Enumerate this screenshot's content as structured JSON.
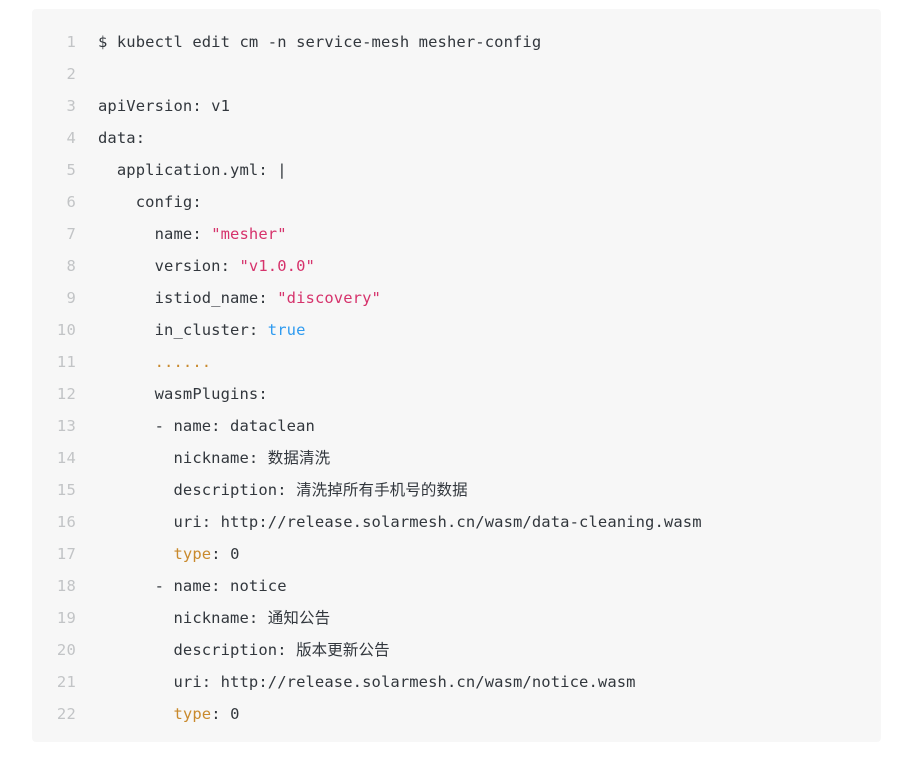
{
  "colors": {
    "page_background": "#ffffff",
    "code_background": "#f7f7f7",
    "text": "#32373d",
    "line_number": "#c2c4c6",
    "string": "#d6336c",
    "boolean": "#2f9bf0",
    "highlight_key": "#c98a2e"
  },
  "code_block": {
    "language": "yaml",
    "first_line_number": 1,
    "last_line_number": 22,
    "total_lines": 22,
    "lines": [
      {
        "number": "1",
        "text": "$ kubectl edit cm -n service-mesh mesher-config",
        "tokens": [
          {
            "t": "$ kubectl edit cm -n service-mesh mesher-config",
            "c": "tok-plain"
          }
        ]
      },
      {
        "number": "2",
        "text": "",
        "tokens": []
      },
      {
        "number": "3",
        "text": "apiVersion: v1",
        "tokens": [
          {
            "t": "apiVersion: v1",
            "c": "tok-plain"
          }
        ]
      },
      {
        "number": "4",
        "text": "data:",
        "tokens": [
          {
            "t": "data:",
            "c": "tok-plain"
          }
        ]
      },
      {
        "number": "5",
        "text": "  application.yml: |",
        "tokens": [
          {
            "t": "  application.yml: |",
            "c": "tok-plain"
          }
        ]
      },
      {
        "number": "6",
        "text": "    config:",
        "tokens": [
          {
            "t": "    config:",
            "c": "tok-plain"
          }
        ]
      },
      {
        "number": "7",
        "text": "      name: \"mesher\"",
        "tokens": [
          {
            "t": "      name: ",
            "c": "tok-plain"
          },
          {
            "t": "\"mesher\"",
            "c": "tok-str"
          }
        ]
      },
      {
        "number": "8",
        "text": "      version: \"v1.0.0\"",
        "tokens": [
          {
            "t": "      version: ",
            "c": "tok-plain"
          },
          {
            "t": "\"v1.0.0\"",
            "c": "tok-str"
          }
        ]
      },
      {
        "number": "9",
        "text": "      istiod_name: \"discovery\"",
        "tokens": [
          {
            "t": "      istiod_name: ",
            "c": "tok-plain"
          },
          {
            "t": "\"discovery\"",
            "c": "tok-str"
          }
        ]
      },
      {
        "number": "10",
        "text": "      in_cluster: true",
        "tokens": [
          {
            "t": "      in_cluster: ",
            "c": "tok-plain"
          },
          {
            "t": "true",
            "c": "tok-bool"
          }
        ]
      },
      {
        "number": "11",
        "text": "      ......",
        "tokens": [
          {
            "t": "      ",
            "c": "tok-plain"
          },
          {
            "t": "......",
            "c": "tok-dots"
          }
        ]
      },
      {
        "number": "12",
        "text": "      wasmPlugins:",
        "tokens": [
          {
            "t": "      wasmPlugins:",
            "c": "tok-plain"
          }
        ]
      },
      {
        "number": "13",
        "text": "      - name: dataclean",
        "tokens": [
          {
            "t": "      - name: dataclean",
            "c": "tok-plain"
          }
        ]
      },
      {
        "number": "14",
        "text": "        nickname: 数据清洗",
        "tokens": [
          {
            "t": "        nickname: 数据清洗",
            "c": "tok-plain"
          }
        ]
      },
      {
        "number": "15",
        "text": "        description: 清洗掉所有手机号的数据",
        "tokens": [
          {
            "t": "        description: 清洗掉所有手机号的数据",
            "c": "tok-plain"
          }
        ]
      },
      {
        "number": "16",
        "text": "        uri: http://release.solarmesh.cn/wasm/data-cleaning.wasm",
        "tokens": [
          {
            "t": "        uri: http://release.solarmesh.cn/wasm/data-cleaning.wasm",
            "c": "tok-plain"
          }
        ]
      },
      {
        "number": "17",
        "text": "        type: 0",
        "tokens": [
          {
            "t": "        ",
            "c": "tok-plain"
          },
          {
            "t": "type",
            "c": "tok-key-h"
          },
          {
            "t": ": 0",
            "c": "tok-plain"
          }
        ]
      },
      {
        "number": "18",
        "text": "      - name: notice",
        "tokens": [
          {
            "t": "      - name: notice",
            "c": "tok-plain"
          }
        ]
      },
      {
        "number": "19",
        "text": "        nickname: 通知公告",
        "tokens": [
          {
            "t": "        nickname: 通知公告",
            "c": "tok-plain"
          }
        ]
      },
      {
        "number": "20",
        "text": "        description: 版本更新公告",
        "tokens": [
          {
            "t": "        description: 版本更新公告",
            "c": "tok-plain"
          }
        ]
      },
      {
        "number": "21",
        "text": "        uri: http://release.solarmesh.cn/wasm/notice.wasm",
        "tokens": [
          {
            "t": "        uri: http://release.solarmesh.cn/wasm/notice.wasm",
            "c": "tok-plain"
          }
        ]
      },
      {
        "number": "22",
        "text": "        type: 0",
        "tokens": [
          {
            "t": "        ",
            "c": "tok-plain"
          },
          {
            "t": "type",
            "c": "tok-key-h"
          },
          {
            "t": ": 0",
            "c": "tok-plain"
          }
        ]
      }
    ]
  }
}
